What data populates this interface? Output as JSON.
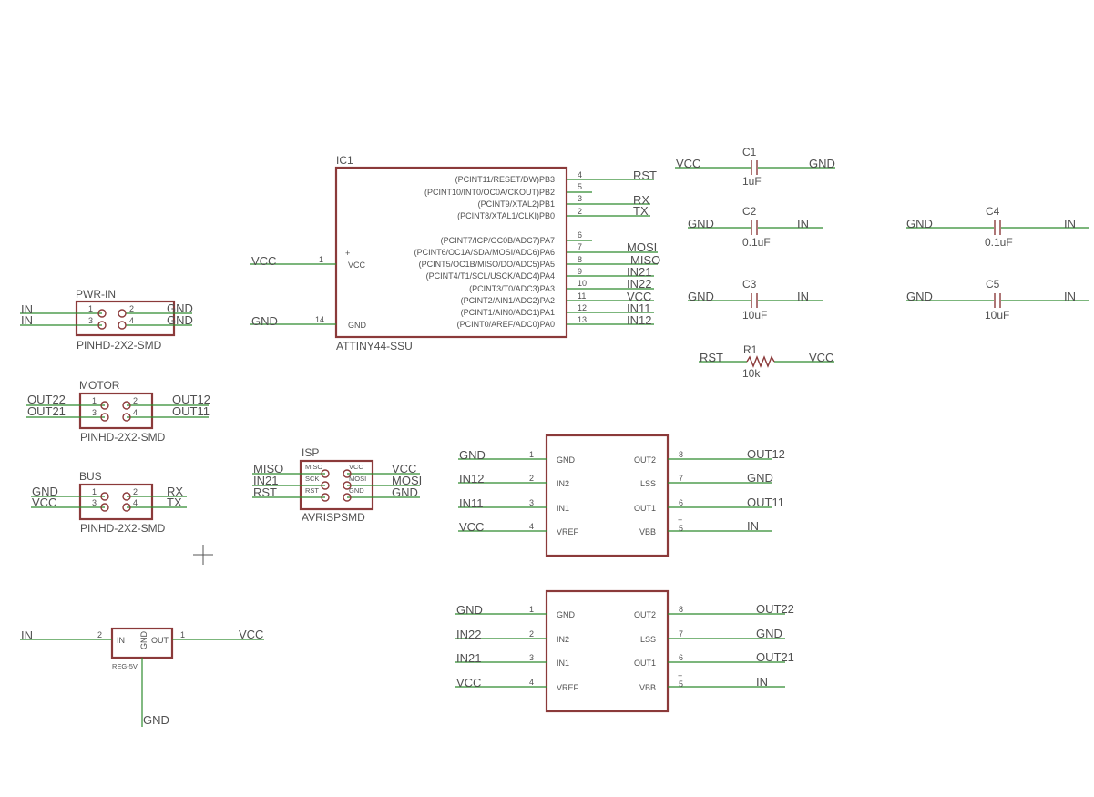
{
  "ic1": {
    "name": "IC1",
    "value": "ATTINY44-SSU",
    "left_pins": [
      {
        "label": "VCC",
        "num": "1",
        "net": "VCC"
      },
      {
        "label": "GND",
        "num": "14",
        "net": "GND"
      }
    ],
    "right_pins": [
      {
        "label": "(PCINT11/RESET/DW)PB3",
        "num": "4",
        "net": "RST"
      },
      {
        "label": "(PCINT10/INT0/OC0A/CKOUT)PB2",
        "num": "5",
        "net": ""
      },
      {
        "label": "(PCINT9/XTAL2)PB1",
        "num": "3",
        "net": "RX"
      },
      {
        "label": "(PCINT8/XTAL1/CLKI)PB0",
        "num": "2",
        "net": "TX"
      },
      {
        "label": "(PCINT7/ICP/OC0B/ADC7)PA7",
        "num": "6",
        "net": ""
      },
      {
        "label": "(PCINT6/OC1A/SDA/MOSI/ADC6)PA6",
        "num": "7",
        "net": "MOSI"
      },
      {
        "label": "(PCINT5/OC1B/MISO/DO/ADC5)PA5",
        "num": "8",
        "net": "MISO"
      },
      {
        "label": "(PCINT4/T1/SCL/USCK/ADC4)PA4",
        "num": "9",
        "net": "IN21"
      },
      {
        "label": "(PCINT3/T0/ADC3)PA3",
        "num": "10",
        "net": "IN22"
      },
      {
        "label": "(PCINT2/AIN1/ADC2)PA2",
        "num": "11",
        "net": "VCC"
      },
      {
        "label": "(PCINT1/AIN0/ADC1)PA1",
        "num": "12",
        "net": "IN11"
      },
      {
        "label": "(PCINT0/AREF/ADC0)PA0",
        "num": "13",
        "net": "IN12"
      }
    ]
  },
  "capacitors": [
    {
      "name": "C1",
      "value": "1uF",
      "left_net": "VCC",
      "right_net": "GND"
    },
    {
      "name": "C2",
      "value": "0.1uF",
      "left_net": "GND",
      "right_net": "IN"
    },
    {
      "name": "C3",
      "value": "10uF",
      "left_net": "GND",
      "right_net": "IN"
    },
    {
      "name": "C4",
      "value": "0.1uF",
      "left_net": "GND",
      "right_net": "IN"
    },
    {
      "name": "C5",
      "value": "10uF",
      "left_net": "GND",
      "right_net": "IN"
    }
  ],
  "resistor": {
    "name": "R1",
    "value": "10k",
    "left_net": "RST",
    "right_net": "VCC"
  },
  "headers": [
    {
      "name": "PWR-IN",
      "value": "PINHD-2X2-SMD",
      "pins": [
        "1",
        "2",
        "3",
        "4"
      ],
      "nets": [
        "IN",
        "GND",
        "IN",
        "GND"
      ]
    },
    {
      "name": "MOTOR",
      "value": "PINHD-2X2-SMD",
      "pins": [
        "1",
        "2",
        "3",
        "4"
      ],
      "nets": [
        "OUT22",
        "OUT12",
        "OUT21",
        "OUT11"
      ]
    },
    {
      "name": "BUS",
      "value": "PINHD-2X2-SMD",
      "pins": [
        "1",
        "2",
        "3",
        "4"
      ],
      "nets": [
        "GND",
        "RX",
        "VCC",
        "TX"
      ]
    }
  ],
  "isp": {
    "name": "ISP",
    "value": "AVRISPSMD",
    "left_labels": [
      "MISO",
      "SCK",
      "RST"
    ],
    "right_labels": [
      "VCC",
      "MOSI",
      "GND"
    ],
    "left_nets": [
      "MISO",
      "IN21",
      "RST"
    ],
    "right_nets": [
      "VCC",
      "MOSI",
      "GND"
    ]
  },
  "drivers": [
    {
      "left_pins": [
        {
          "label": "GND",
          "num": "1",
          "net": "GND"
        },
        {
          "label": "IN2",
          "num": "2",
          "net": "IN12"
        },
        {
          "label": "IN1",
          "num": "3",
          "net": "IN11"
        },
        {
          "label": "VREF",
          "num": "4",
          "net": "VCC"
        }
      ],
      "right_pins": [
        {
          "label": "OUT2",
          "num": "8",
          "net": "OUT12"
        },
        {
          "label": "LSS",
          "num": "7",
          "net": "GND"
        },
        {
          "label": "OUT1",
          "num": "6",
          "net": "OUT11"
        },
        {
          "label": "VBB",
          "num": "5",
          "net": "IN"
        }
      ]
    },
    {
      "left_pins": [
        {
          "label": "GND",
          "num": "1",
          "net": "GND"
        },
        {
          "label": "IN2",
          "num": "2",
          "net": "IN22"
        },
        {
          "label": "IN1",
          "num": "3",
          "net": "IN21"
        },
        {
          "label": "VREF",
          "num": "4",
          "net": "VCC"
        }
      ],
      "right_pins": [
        {
          "label": "OUT2",
          "num": "8",
          "net": "OUT22"
        },
        {
          "label": "LSS",
          "num": "7",
          "net": "GND"
        },
        {
          "label": "OUT1",
          "num": "6",
          "net": "OUT21"
        },
        {
          "label": "VBB",
          "num": "5",
          "net": "IN"
        }
      ]
    }
  ],
  "regulator": {
    "value": "REG-5V",
    "in_label": "IN",
    "out_label": "OUT",
    "gnd_label": "GND",
    "in_pin": "2",
    "out_pin": "1",
    "in_net": "IN",
    "out_net": "VCC",
    "gnd_net": "GND"
  },
  "colors": {
    "wire": "#2e8b2e",
    "body": "#8b3a3a",
    "text": "#505050"
  }
}
